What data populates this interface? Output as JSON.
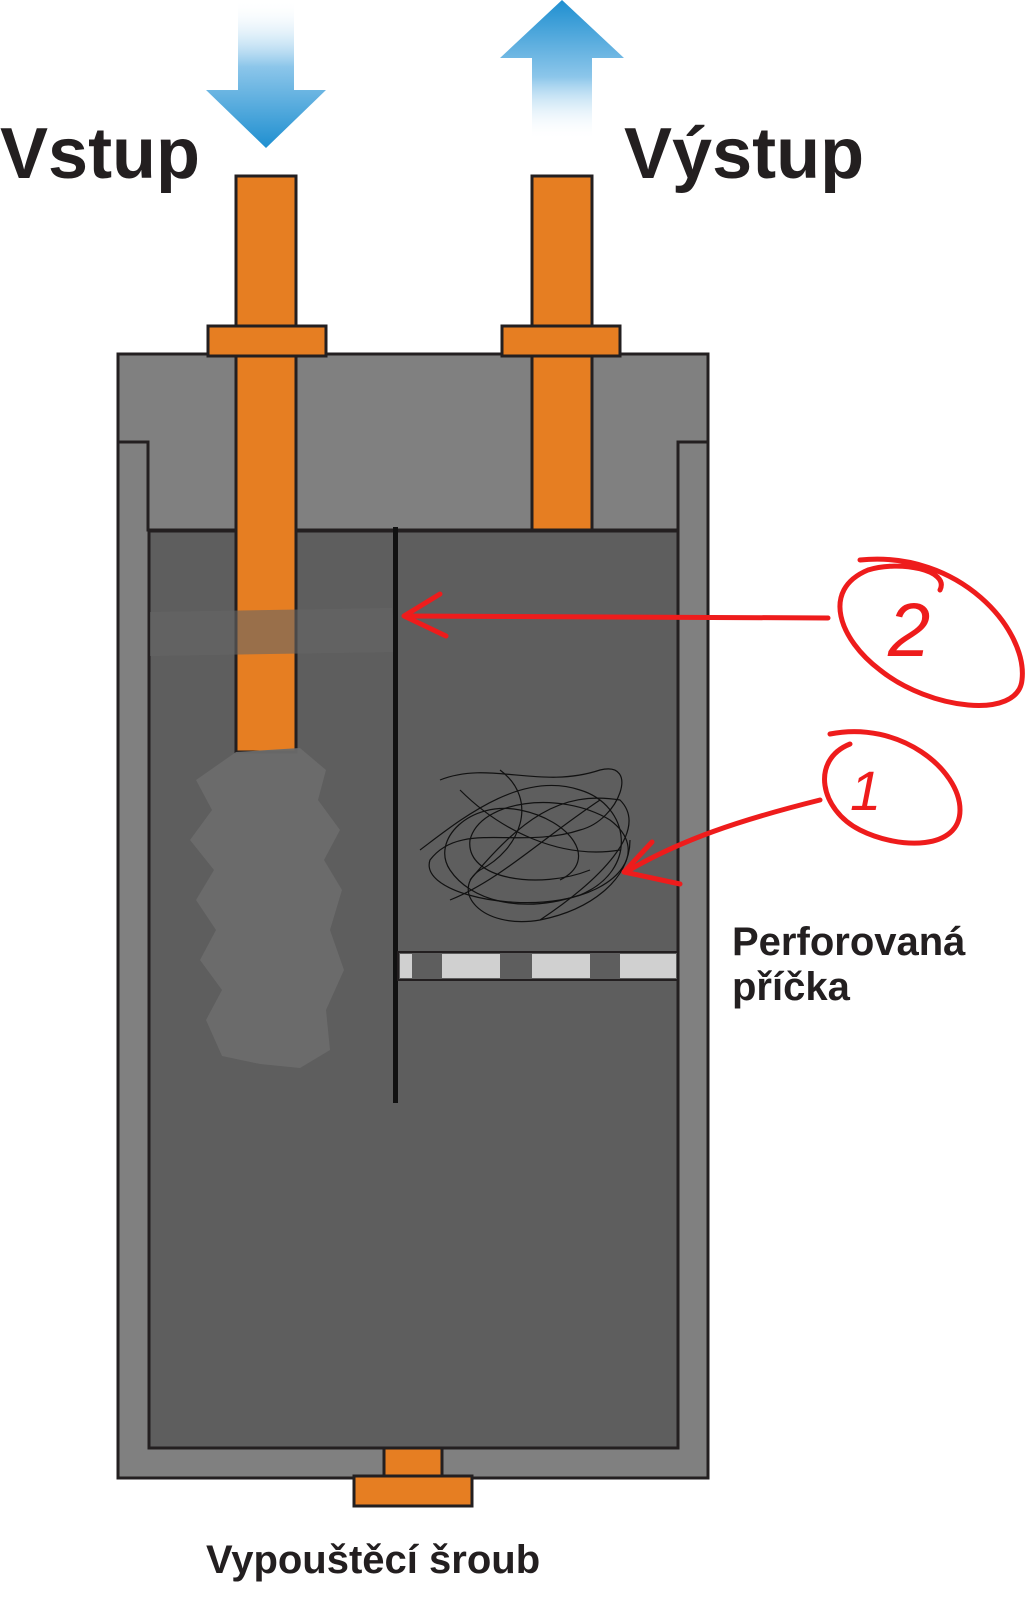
{
  "labels": {
    "inlet": "Vstup",
    "outlet": "Výstup",
    "partition_line1": "Perforovaná",
    "partition_line2": "příčka",
    "drain_screw": "Vypouštěcí šroub"
  },
  "annotations": {
    "marker_1": "1",
    "marker_2": "2"
  },
  "colors": {
    "pipe_orange": "#e67e22",
    "housing_outer": "#808080",
    "housing_inner": "#5e5e5e",
    "arrow_blue": "#1f8fd0",
    "annotation_red": "#ee1c1c",
    "outline": "#231f20",
    "text": "#231f20"
  }
}
